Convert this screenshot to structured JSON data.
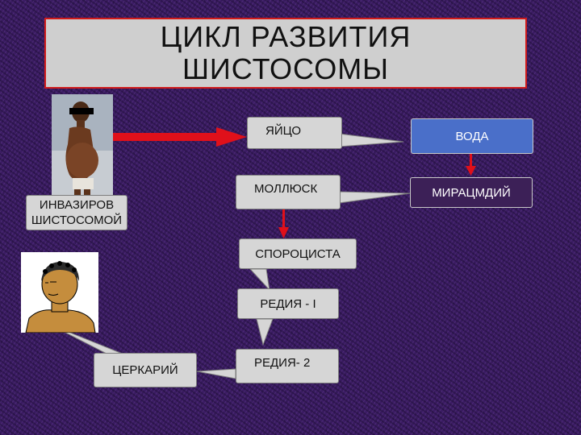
{
  "title": {
    "line1": "ЦИКЛ РАЗВИТИЯ",
    "line2": "ШИСТОСОМЫ"
  },
  "nodes": {
    "egg": "ЯЙЦО",
    "water": "ВОДА",
    "mollusk": "МОЛЛЮСК",
    "miracidium": "МИРАЦМДИЙ",
    "infected_line1": "ИНВАЗИРОВ",
    "infected_line2": "ШИСТОСОМОЙ",
    "sporocyst": "СПОРОЦИСТА",
    "redia1": "РЕДИЯ - I",
    "redia2": "РЕДИЯ- 2",
    "cercaria": "ЦЕРКАРИЙ"
  },
  "colors": {
    "background": "#3b1c63",
    "title_border": "#d11b1b",
    "red_arrow": "#e0101a",
    "water_box": "#4a6fc9",
    "node_fill": "#d6d6d6"
  }
}
